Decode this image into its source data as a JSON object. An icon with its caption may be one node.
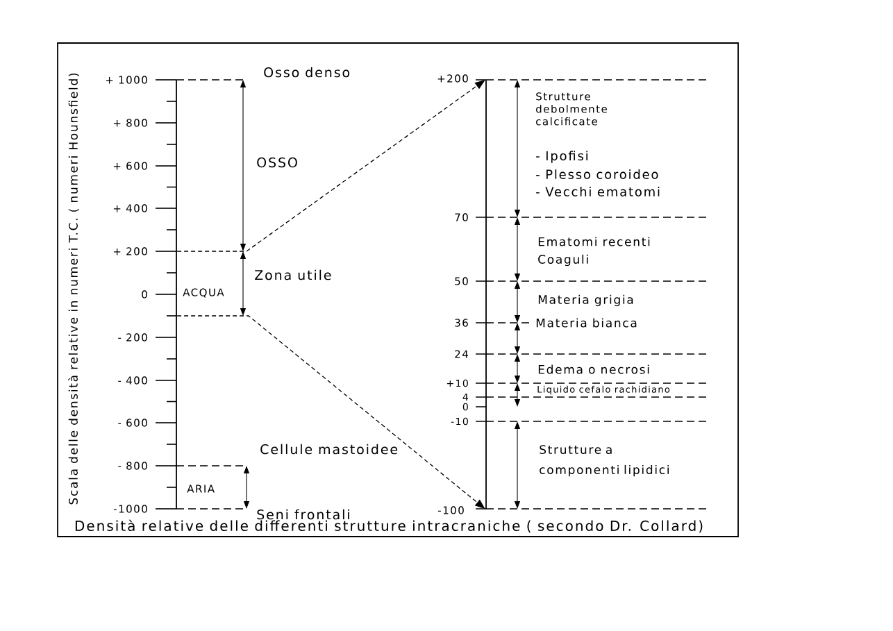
{
  "diagram": {
    "caption": "Densità relative delle differenti strutture intracraniche ( secondo Dr. Collard)",
    "nodes": [
      {
        "text": [],
        "shape": "bar"
      },
      {
        "text": [],
        "shape": "bar"
      }
    ],
    "edges": [
      {
        "from": 0,
        "to": 1,
        "arrow": "to",
        "style": "dashed"
      },
      {
        "from": 0,
        "to": 1,
        "arrow": "to",
        "style": "dashed"
      }
    ],
    "labels": [
      "Scala delle densità relative in numeri T.C. ( numeri Hounsfield)",
      "+ 1000",
      "Osso denso",
      "+ 800",
      "OSSO",
      "+ 600",
      "+ 400",
      "+ 200",
      "Zona utile",
      "ACQUA",
      "0",
      "- 200",
      "- 400",
      "- 600",
      "- 800",
      "Cellule mastoidee",
      "ARIA",
      "-1000",
      "Seni frontali",
      "+200",
      "Strutture debolmente calcificate",
      "- Ipofisi",
      "- Plesso coroideo",
      "- Vecchi ematomi",
      "70",
      "Ematomi recenti",
      "Coaguli",
      "50",
      "Materia grigia",
      "36",
      "Materia bianca",
      "24",
      "Edema o necrosi",
      "+10",
      "Liquido cefalo rachidiano",
      "4",
      "0",
      "-10",
      "Strutture a componenti lipidici",
      "-100"
    ]
  }
}
